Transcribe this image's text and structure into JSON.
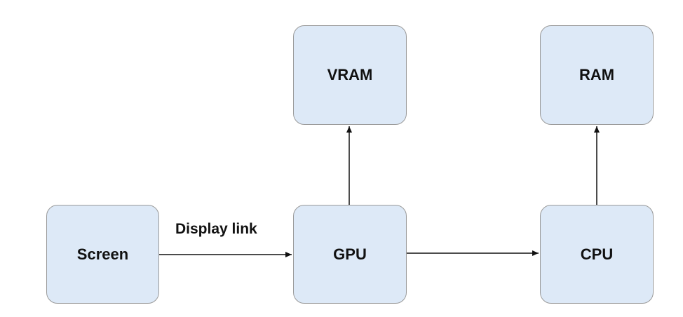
{
  "nodes": {
    "vram": "VRAM",
    "ram": "RAM",
    "screen": "Screen",
    "gpu": "GPU",
    "cpu": "CPU"
  },
  "edges": {
    "screen_to_gpu_label": "Display link"
  },
  "colors": {
    "node_fill": "#dde9f7",
    "node_border": "#9a9a9a",
    "arrow": "#111111"
  }
}
